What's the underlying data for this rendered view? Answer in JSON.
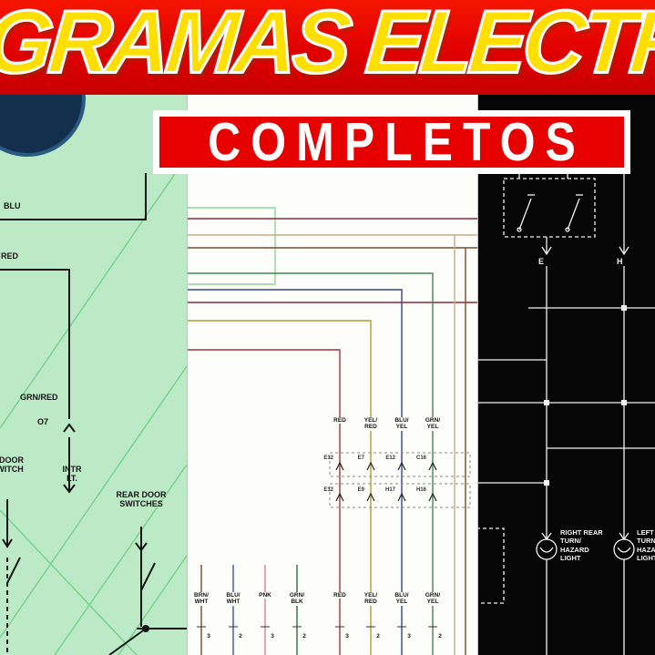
{
  "banner": {
    "title": "GRAMAS ELECTRIC",
    "subtitle": "COMPLETOS"
  },
  "left_panel": {
    "labels": {
      "blu": "BLU",
      "red": "RED",
      "grn_red": "GRN/RED",
      "o7": "O7",
      "intr_lt": "INTR LT.",
      "rear_door_switches": "REAR DOOR SWITCHES",
      "door_switch": "R DOOR SWITCH"
    }
  },
  "middle_panel": {
    "wire_labels": [
      "RED",
      "YEL/ RED",
      "BLU/ YEL",
      "GRN/ YEL"
    ],
    "connector_labels_top": [
      "E12",
      "E7",
      "E12",
      "C16"
    ],
    "connector_labels_bottom": [
      "E12",
      "E9",
      "H17",
      "H16"
    ],
    "bottom_labels": [
      "BRN/ WHT",
      "BLU/ WHT",
      "PNK",
      "GRN/ BLK",
      "RED",
      "YEL/ RED",
      "BLU/ YEL",
      "GRN/ YEL"
    ],
    "pin_numbers": [
      "3",
      "2",
      "3",
      "2",
      "3",
      "2",
      "3",
      "2"
    ]
  },
  "right_panel": {
    "terminal_e": "E",
    "terminal_h": "H",
    "right_lamp_label": "RIGHT REAR TURN/ HAZARD LIGHT",
    "left_lamp_label": "LEFT REAR TURN/ HAZARD LIGHT"
  },
  "colors": {
    "banner_red": "#e60000",
    "title_yellow": "#ffdf00",
    "outline_white": "#ffffff",
    "left_panel_bg": "#bceac6",
    "middle_panel_bg": "#fdfdfa",
    "right_panel_bg": "#060606",
    "wire_red": "#a8303a",
    "wire_maroon": "#8f2a3c",
    "wire_yellow": "#b59a35",
    "wire_blue": "#32439a",
    "wire_green": "#43854a",
    "wire_light_green": "#8fd49a",
    "wire_tan": "#c8ad82",
    "wire_brown": "#7b4a2a",
    "wire_pink": "#d77f94",
    "diagram_black": "#141414",
    "diagram_white": "#f2f2f2"
  }
}
